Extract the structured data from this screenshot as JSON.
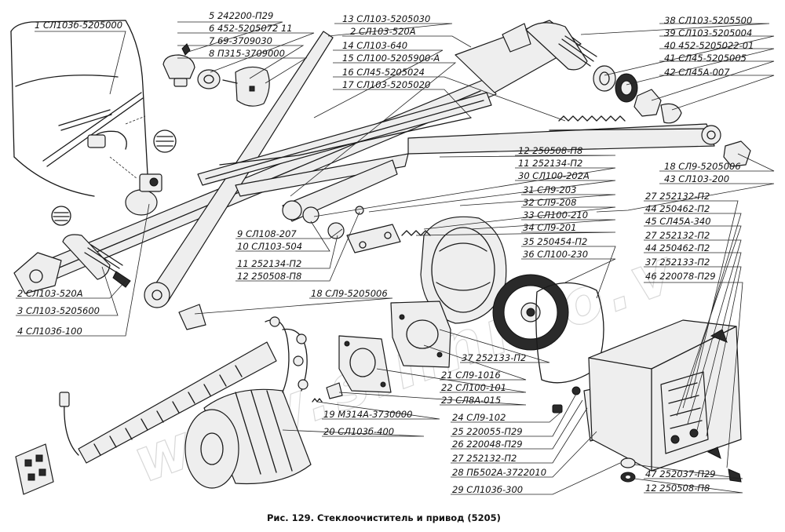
{
  "caption": "Рис. 129. Стеклоочиститель и привод (5205)",
  "watermark": "www.sinnroo.v",
  "colors": {
    "ink": "#1a1a1a",
    "paper": "#ffffff",
    "watermark": "#c8c8c8"
  },
  "labels": [
    {
      "id": "l1",
      "text": "1 СЛ103б-5205000"
    },
    {
      "id": "l5",
      "text": "5 242200-П29"
    },
    {
      "id": "l6",
      "text": "6 452-5205072 11"
    },
    {
      "id": "l7",
      "text": "7 69-3709030"
    },
    {
      "id": "l8",
      "text": "8 П315-3709000"
    },
    {
      "id": "l13",
      "text": "13 СЛ103-5205030"
    },
    {
      "id": "l2t",
      "text": "2 СЛ103-520А"
    },
    {
      "id": "l14",
      "text": "14 СЛ103-640"
    },
    {
      "id": "l15",
      "text": "15 СЛ100-5205900-А"
    },
    {
      "id": "l16",
      "text": "16 СЛ45-5205024"
    },
    {
      "id": "l17",
      "text": "17 СЛ103-5205020"
    },
    {
      "id": "l38",
      "text": "38 СЛ103-5205500"
    },
    {
      "id": "l39",
      "text": "39 СЛ103-5205004"
    },
    {
      "id": "l40",
      "text": "40 452-5205022-01"
    },
    {
      "id": "l41",
      "text": "41 СЛ45-5205005"
    },
    {
      "id": "l42",
      "text": "42 СЛ45А-007"
    },
    {
      "id": "l18a",
      "text": "18 СЛ9-5205006"
    },
    {
      "id": "l43",
      "text": "43 СЛ103-200"
    },
    {
      "id": "l12a",
      "text": "12 250508-П8"
    },
    {
      "id": "l11a",
      "text": "11 252134-П2"
    },
    {
      "id": "l30",
      "text": "30 СЛ100-202А"
    },
    {
      "id": "l31",
      "text": "31 СЛ9-203"
    },
    {
      "id": "l32",
      "text": "32 СЛ9-208"
    },
    {
      "id": "l33",
      "text": "33 СЛ100-210"
    },
    {
      "id": "l34",
      "text": "34 СЛ9-201"
    },
    {
      "id": "l35",
      "text": "35 250454-П2"
    },
    {
      "id": "l36",
      "text": "36 СЛ100-230"
    },
    {
      "id": "l27a",
      "text": "27 252132-П2"
    },
    {
      "id": "l44a",
      "text": "44 250462-П2"
    },
    {
      "id": "l45",
      "text": "45 СЛ45А-340"
    },
    {
      "id": "l27b",
      "text": "27 252132-П2"
    },
    {
      "id": "l44b",
      "text": "44 250462-П2"
    },
    {
      "id": "l37a",
      "text": "37 252133-П2"
    },
    {
      "id": "l46",
      "text": "46 220078-П29"
    },
    {
      "id": "l9",
      "text": "9 СЛ108-207"
    },
    {
      "id": "l10",
      "text": "10 СЛ103-504"
    },
    {
      "id": "l11b",
      "text": "11 252134-П2"
    },
    {
      "id": "l12b",
      "text": "12 250508-П8"
    },
    {
      "id": "l18b",
      "text": "18 СЛ9-5205006"
    },
    {
      "id": "l2b",
      "text": "2 СЛ103-520А"
    },
    {
      "id": "l3",
      "text": "3 СЛ103-5205600"
    },
    {
      "id": "l4",
      "text": "4 СЛ103б-100"
    },
    {
      "id": "l37b",
      "text": "37 252133-П2"
    },
    {
      "id": "l21",
      "text": "21 СЛ9-1016"
    },
    {
      "id": "l22",
      "text": "22 СЛ100-101"
    },
    {
      "id": "l23",
      "text": "23 СЛ8А-015"
    },
    {
      "id": "l19",
      "text": "19 М314А-3730000"
    },
    {
      "id": "l20",
      "text": "20 СЛ103б-400"
    },
    {
      "id": "l24",
      "text": "24 СЛ9-102"
    },
    {
      "id": "l25",
      "text": "25 220055-П29"
    },
    {
      "id": "l26",
      "text": "26 220048-П29"
    },
    {
      "id": "l27c",
      "text": "27 252132-П2"
    },
    {
      "id": "l28",
      "text": "28 ПБ502А-3722010"
    },
    {
      "id": "l29",
      "text": "29 СЛ103б-300"
    },
    {
      "id": "l47",
      "text": "47 252037-П29"
    },
    {
      "id": "l12c",
      "text": "12 250508-П8"
    }
  ]
}
